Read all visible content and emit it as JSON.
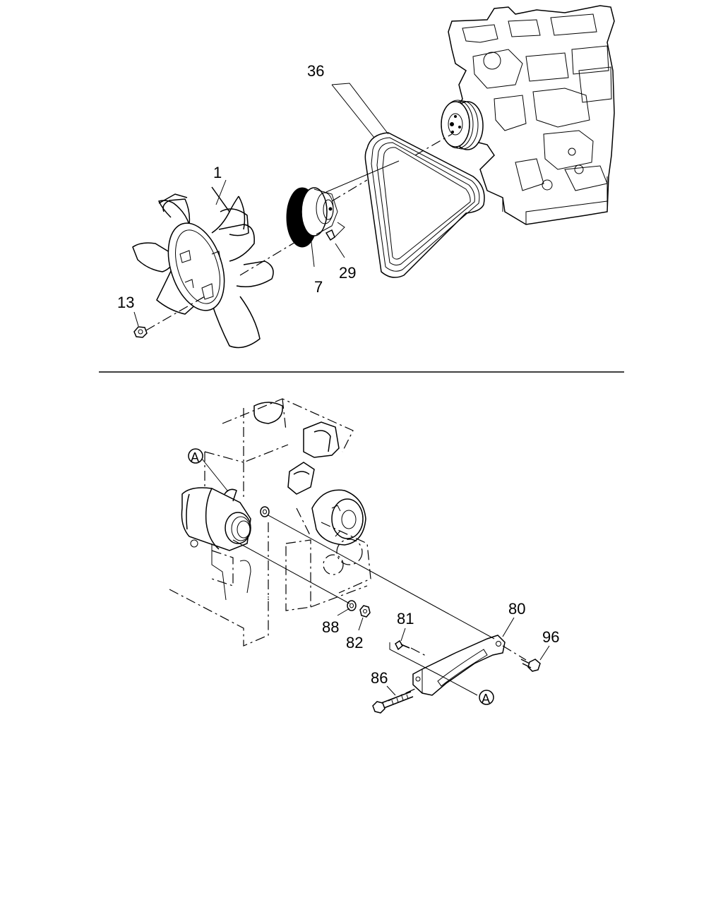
{
  "callouts": {
    "fan": "1",
    "fan_clutch": "7",
    "nut_13": "13",
    "bolt_29": "29",
    "belt": "36",
    "bracket": "80",
    "bolt_81": "81",
    "nut_82": "82",
    "bolt_86": "86",
    "washer_88": "88",
    "bolt_96": "96"
  },
  "ref_markers": {
    "upper": "A",
    "lower": "A"
  }
}
